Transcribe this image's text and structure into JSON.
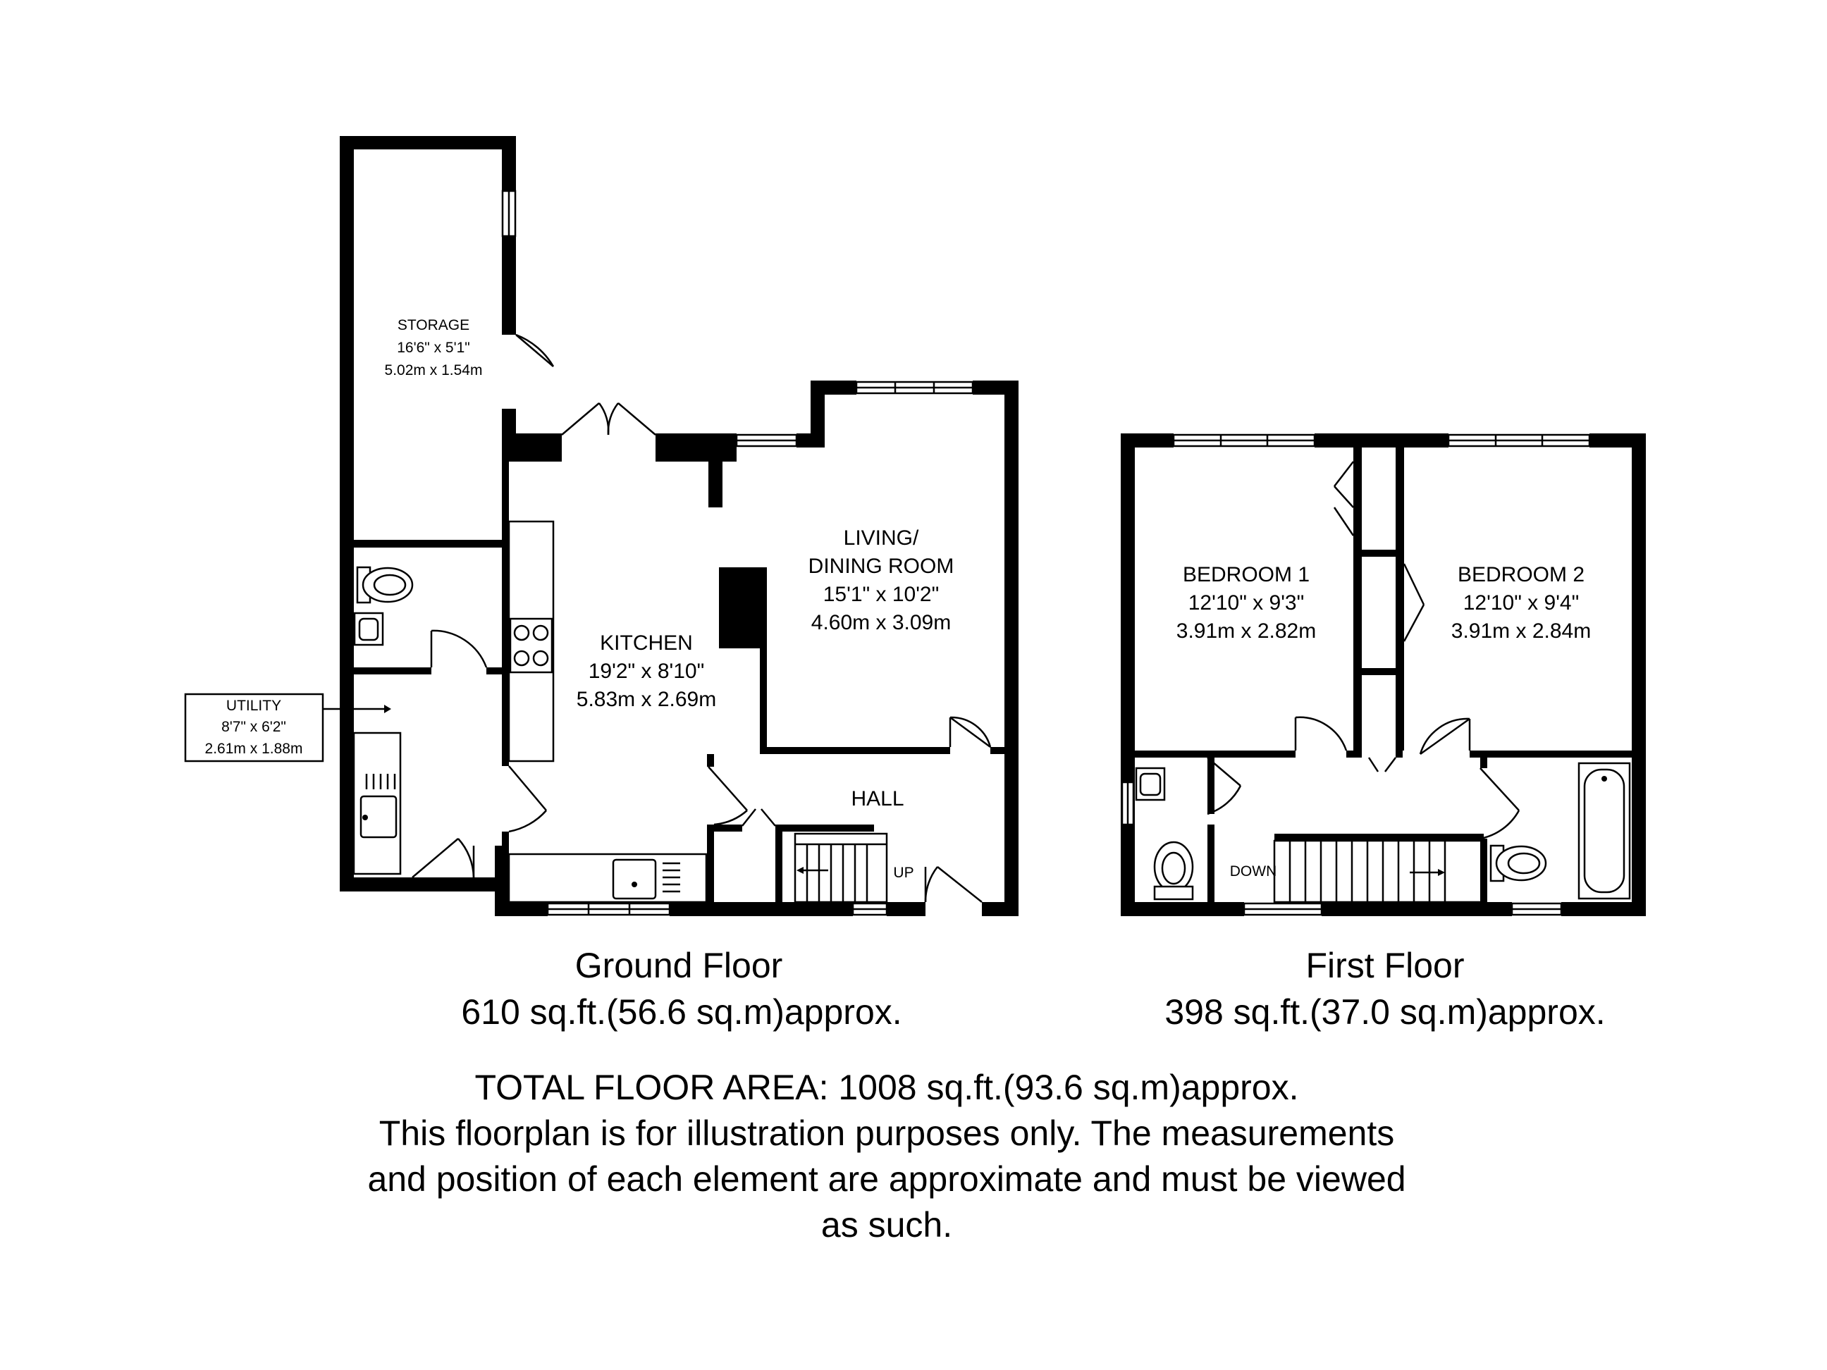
{
  "rooms": {
    "storage": {
      "name": "STORAGE",
      "imperial": "16'6\" x 5'1\"",
      "metric": "5.02m x 1.54m"
    },
    "utility": {
      "name": "UTILITY",
      "imperial": "8'7\" x 6'2\"",
      "metric": "2.61m x 1.88m"
    },
    "kitchen": {
      "name": "KITCHEN",
      "imperial": "19'2\" x 8'10\"",
      "metric": "5.83m x 2.69m"
    },
    "living": {
      "name_line1": "LIVING/",
      "name_line2": "DINING ROOM",
      "imperial": "15'1\" x 10'2\"",
      "metric": "4.60m x 3.09m"
    },
    "hall": {
      "name": "HALL"
    },
    "bedroom1": {
      "name": "BEDROOM 1",
      "imperial": "12'10\" x 9'3\"",
      "metric": "3.91m x 2.82m"
    },
    "bedroom2": {
      "name": "BEDROOM 2",
      "imperial": "12'10\" x 9'4\"",
      "metric": "3.91m x 2.84m"
    }
  },
  "stairs": {
    "up": "UP",
    "down": "DOWN"
  },
  "floors": {
    "ground": {
      "name": "Ground Floor",
      "area": "610 sq.ft.(56.6 sq.m)approx."
    },
    "first": {
      "name": "First Floor",
      "area": "398 sq.ft.(37.0 sq.m)approx."
    }
  },
  "notes": {
    "total": "TOTAL FLOOR AREA: 1008 sq.ft.(93.6 sq.m)approx.",
    "line1": "This floorplan is for illustration purposes only. The measurements",
    "line2": "and position of each element are approximate and must be viewed",
    "line3": "as such."
  },
  "colors": {
    "wall": "#000000",
    "background": "#ffffff"
  }
}
